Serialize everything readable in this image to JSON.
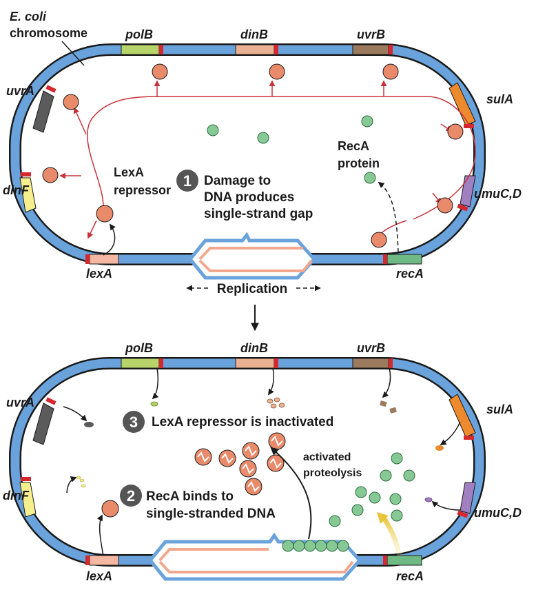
{
  "chromosome_label": [
    "E. coli",
    "chromosome"
  ],
  "genes": {
    "polB": "polB",
    "dinB": "dinB",
    "uvrB": "uvrB",
    "uvrA": "uvrA",
    "sulA": "sulA",
    "dinF": "dinF",
    "umuCD": "umuC,D",
    "lexA": "lexA",
    "recA": "recA"
  },
  "labels": {
    "lexA_repressor": [
      "LexA",
      "repressor"
    ],
    "recA_protein": [
      "RecA",
      "protein"
    ],
    "replication": "Replication",
    "activated_proteolysis": [
      "activated",
      "proteolysis"
    ]
  },
  "steps": [
    {
      "num": "1",
      "lines": [
        "Damage to",
        "DNA produces",
        "single-strand gap"
      ]
    },
    {
      "num": "2",
      "lines": [
        "RecA binds to",
        "single-stranded DNA"
      ]
    },
    {
      "num": "3",
      "lines": [
        "LexA repressor is inactivated"
      ]
    }
  ],
  "colors": {
    "dna_blue": "#6aa3dc",
    "dna_outline": "#1a1a1a",
    "lexA_protein": "#e98a6a",
    "recA_protein": "#86c995",
    "operator_red": "#d6262e",
    "regulation_arrow": "#c8323a",
    "polB": "#b7d46b",
    "dinB": "#eab193",
    "uvrB": "#9b7a5d",
    "uvrA": "#5b5b5b",
    "sulA": "#ee8a2e",
    "dinF": "#f7ee8e",
    "umuCD": "#a180c2",
    "lexA": "#f4b8a2",
    "recA": "#6fba84",
    "ssDNA": "#f2a88e"
  }
}
